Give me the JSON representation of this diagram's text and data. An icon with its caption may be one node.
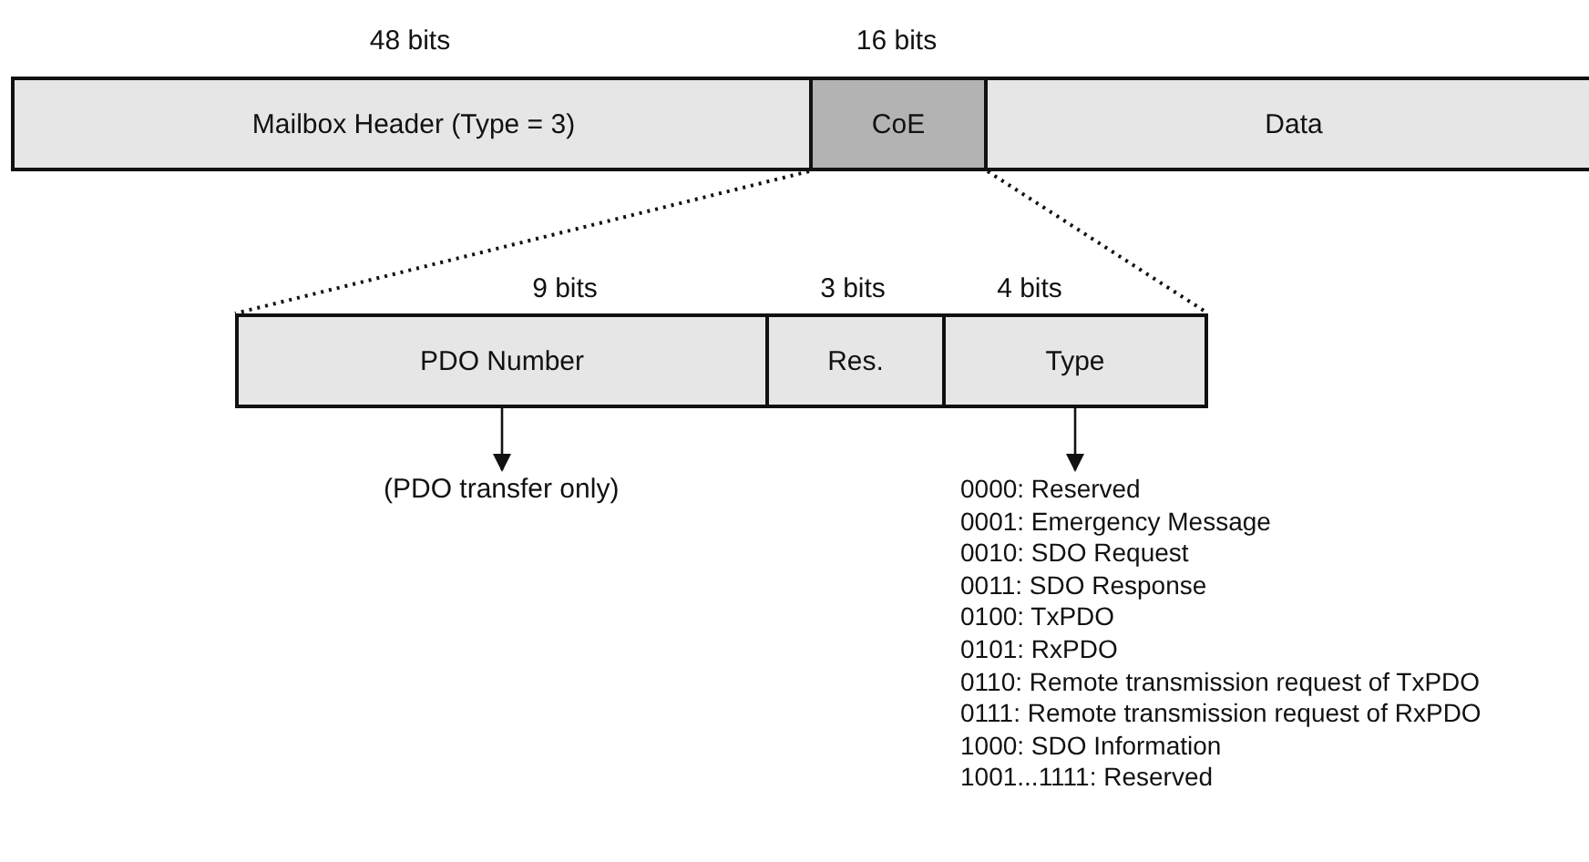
{
  "diagram": {
    "nodes": [
      {
        "text": [
          "Mailbox Header (Type = 3)"
        ],
        "beside": [
          "48 bits"
        ]
      },
      {
        "text": [
          "CoE"
        ],
        "beside": [
          "16 bits"
        ]
      },
      {
        "text": [
          "Data"
        ]
      },
      {
        "text": [
          "PDO Number"
        ],
        "beside": [
          "9 bits"
        ]
      },
      {
        "text": [
          "Res."
        ],
        "beside": [
          "3 bits"
        ]
      },
      {
        "text": [
          "Type"
        ],
        "beside": [
          "4 bits"
        ]
      },
      {
        "text": [
          "(PDO transfer only)"
        ]
      },
      {
        "text": [
          "0000: Reserved",
          "0001: Emergency Message",
          "0010: SDO Request",
          "0011: SDO Response",
          "0100: TxPDO",
          "0101: RxPDO",
          "0110: Remote transmission request of TxPDO",
          "0111: Remote transmission request of RxPDO",
          "1000: SDO Information",
          "1001...1111: Reserved"
        ]
      }
    ],
    "edges": [
      {
        "from": 1,
        "to": 3,
        "arrow": "none",
        "style": "dashed"
      },
      {
        "from": 1,
        "to": 5,
        "arrow": "none",
        "style": "dashed"
      },
      {
        "from": 3,
        "to": 6,
        "arrow": "to"
      },
      {
        "from": 5,
        "to": 7,
        "arrow": "to"
      }
    ]
  }
}
